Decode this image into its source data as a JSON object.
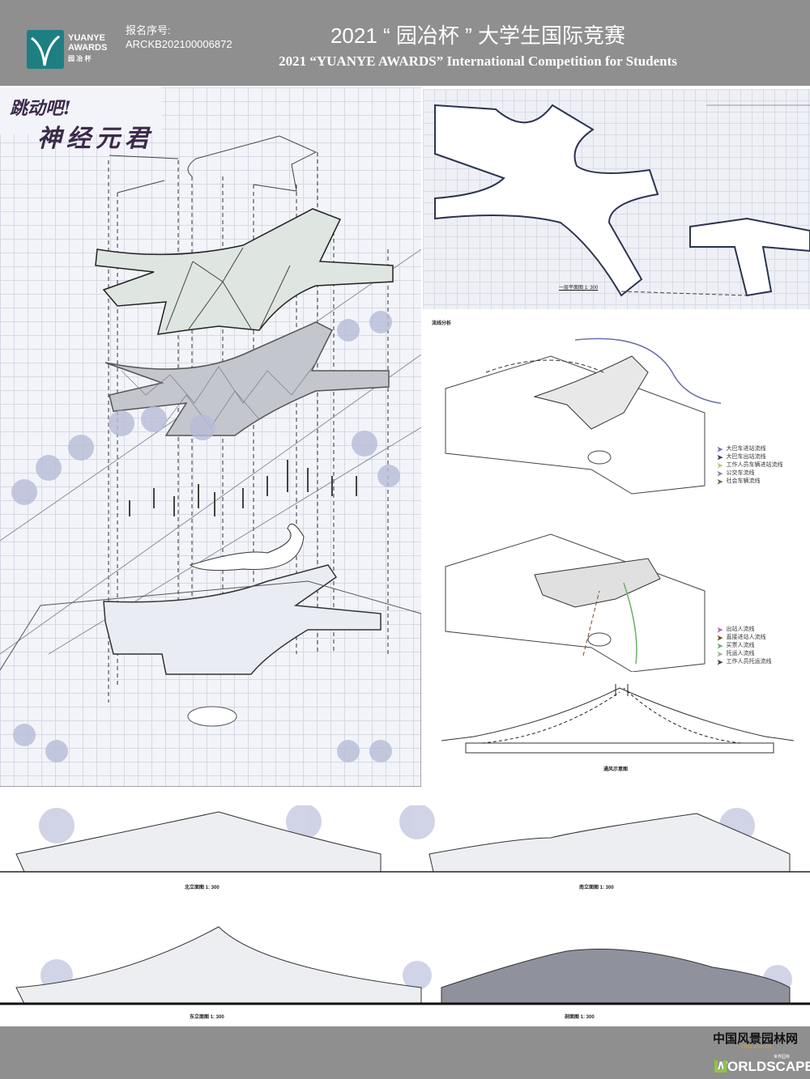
{
  "header": {
    "logo_text_1": "YUANYE",
    "logo_text_2": "AWARDS",
    "logo_text_3": "园 冶 杯",
    "reg_label": "报名序号:",
    "reg_number": "ARCKB202100006872",
    "title_cn": "2021 “ 园冶杯 ” 大学生国际竞赛",
    "title_en": "2021 “YUANYE AWARDS” International Competition for  Students"
  },
  "poster": {
    "title_line1": "跳动吧!",
    "title_line2": "神经元君",
    "plan_caption": "一层平面图 1: 300",
    "flow_title": "流线分析",
    "legend_vehicle": [
      {
        "label": "大巴车进站流线",
        "color": "#6b6fae"
      },
      {
        "label": "大巴车出站流线",
        "color": "#3a3f5e"
      },
      {
        "label": "工作人员车辆进站流线",
        "color": "#c9c27a"
      },
      {
        "label": "公交车流线",
        "color": "#8a86a0"
      },
      {
        "label": "社会车辆流线",
        "color": "#6b6b4a"
      }
    ],
    "legend_people": [
      {
        "label": "出站人流线",
        "color": "#c060b0"
      },
      {
        "label": "直接进站人流线",
        "color": "#7a4a2a"
      },
      {
        "label": "买票人流线",
        "color": "#6aae6a"
      },
      {
        "label": "托运人流线",
        "color": "#aaaaaa"
      },
      {
        "label": "工作人员托运流线",
        "color": "#444444"
      }
    ],
    "ventilation_caption": "通风示意图",
    "elevations": {
      "north": "北立面图 1: 300",
      "south": "南立面图 1: 300",
      "east": "东立面图 1: 300",
      "section": "剖面图 1: 300"
    }
  },
  "footer": {
    "brand_cn": "中国风景园林网",
    "brand_url": "chla.com.cn",
    "brand_en": "WORLDSCAPE",
    "brand_sub": "世界园林"
  }
}
